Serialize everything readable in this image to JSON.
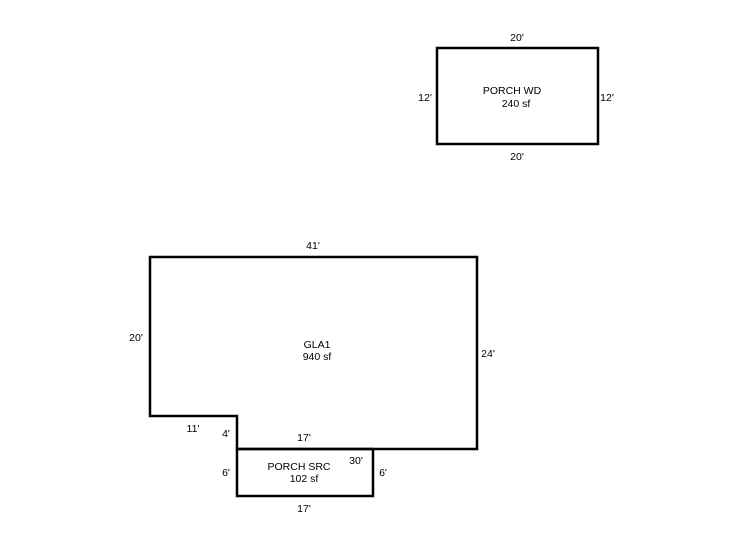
{
  "sketch": {
    "porch_wd": {
      "name": "PORCH WD",
      "area": "240 sf",
      "dims": {
        "top": "20'",
        "bottom": "20'",
        "left": "12'",
        "right": "12'"
      }
    },
    "gla1": {
      "name": "GLA1",
      "area": "940 sf",
      "dims": {
        "top": "41'",
        "left": "20'",
        "right": "24'",
        "step_horizontal": "11'",
        "step_vertical": "4'",
        "bottom": "17'"
      }
    },
    "porch_src": {
      "name": "PORCH SRC",
      "area": "102 sf",
      "dims": {
        "extra": "30'",
        "left": "6'",
        "right": "6'",
        "bottom": "17'"
      }
    }
  }
}
